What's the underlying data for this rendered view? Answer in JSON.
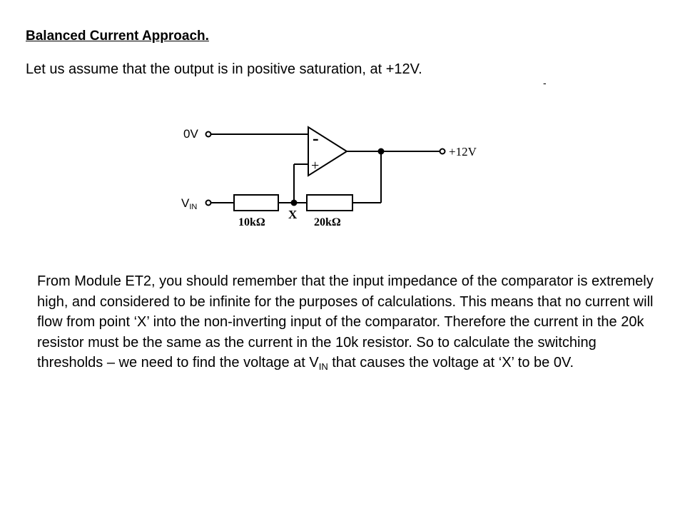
{
  "heading": "Balanced Current Approach.",
  "intro": "Let us assume that the output is in positive saturation, at +12V.",
  "stray_mark": "-",
  "circuit": {
    "input_top_label": "0V",
    "input_bottom_label_main": "V",
    "input_bottom_label_sub": "IN",
    "output_label": "+12V",
    "resistor_1_label": "10kΩ",
    "resistor_2_label": "20kΩ",
    "node_label": "X",
    "inverting_symbol": "-",
    "noninverting_symbol": "+"
  },
  "body": {
    "text_before": "From Module ET2, you should remember that the input impedance of the comparator is extremely high, and considered to be infinite for the purposes of calculations. This means that no current will flow from point ‘X’ into the non-inverting input of the comparator. Therefore the current in the 20k resistor must be the same as the current in the 10k resistor. So to calculate the switching thresholds – we need to find the voltage at V",
    "vin_sub": "IN",
    "text_after": " that causes the voltage at ‘X’ to be 0V."
  }
}
